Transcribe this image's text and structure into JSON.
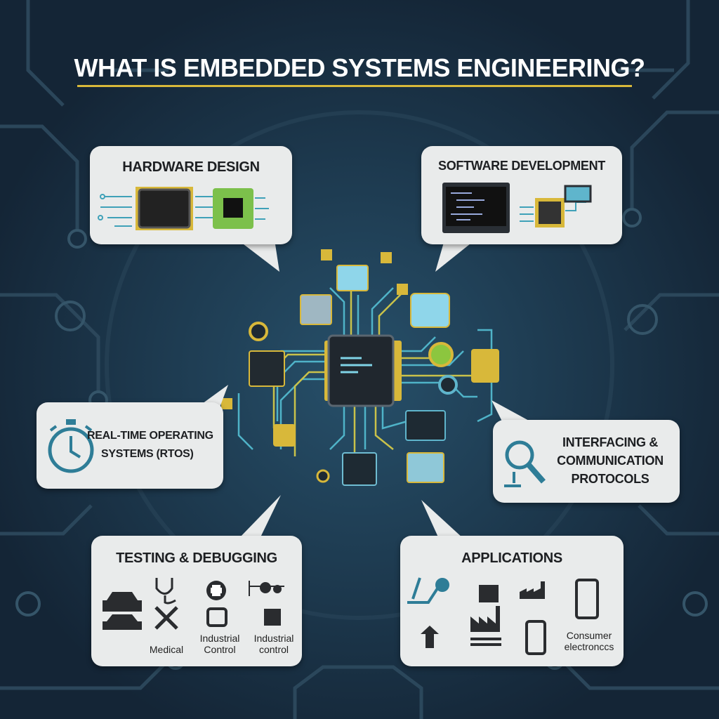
{
  "title": "WHAT IS EMBEDDED SYSTEMS ENGINEERING?",
  "accent": "#d8b83a",
  "sections": {
    "hardware": {
      "title": "HARDWARE DESIGN",
      "icons": [
        "microcontroller-chip-icon",
        "green-chip-icon"
      ]
    },
    "software": {
      "title": "SOFTWARE DEVELOPMENT",
      "icons": [
        "code-monitor-icon",
        "chip-icon",
        "display-icon"
      ]
    },
    "rtos": {
      "title_line1": "REAL-TIME OPERATING",
      "title_line2": "SYSTEMS (RTOS)",
      "icon": "stopwatch-icon"
    },
    "interfacing": {
      "title_line1": "INTERFACING &",
      "title_line2": "COMMUNICATION",
      "title_line3": "PROTOCOLS",
      "icon": "magnifier-icon"
    },
    "testing": {
      "title": "TESTING & DEBUGGING",
      "labels": [
        "Medical",
        "Industrial Control",
        "Industrial control"
      ],
      "icons": [
        "car-icon",
        "stethoscope-icon",
        "medical-cross-icon",
        "circuit-board-icon",
        "car-icon",
        "robot-arm-icon",
        "monitor-icon",
        "chip-icon"
      ]
    },
    "applications": {
      "title": "APPLICATIONS",
      "labels": [
        "Consumer electronccs"
      ],
      "icons": [
        "robotic-arm-icon",
        "plug-device-icon",
        "factory-icon",
        "smartphone-icon",
        "dollar-arrows-icon",
        "factory-icon",
        "smartphone-icon"
      ]
    }
  }
}
